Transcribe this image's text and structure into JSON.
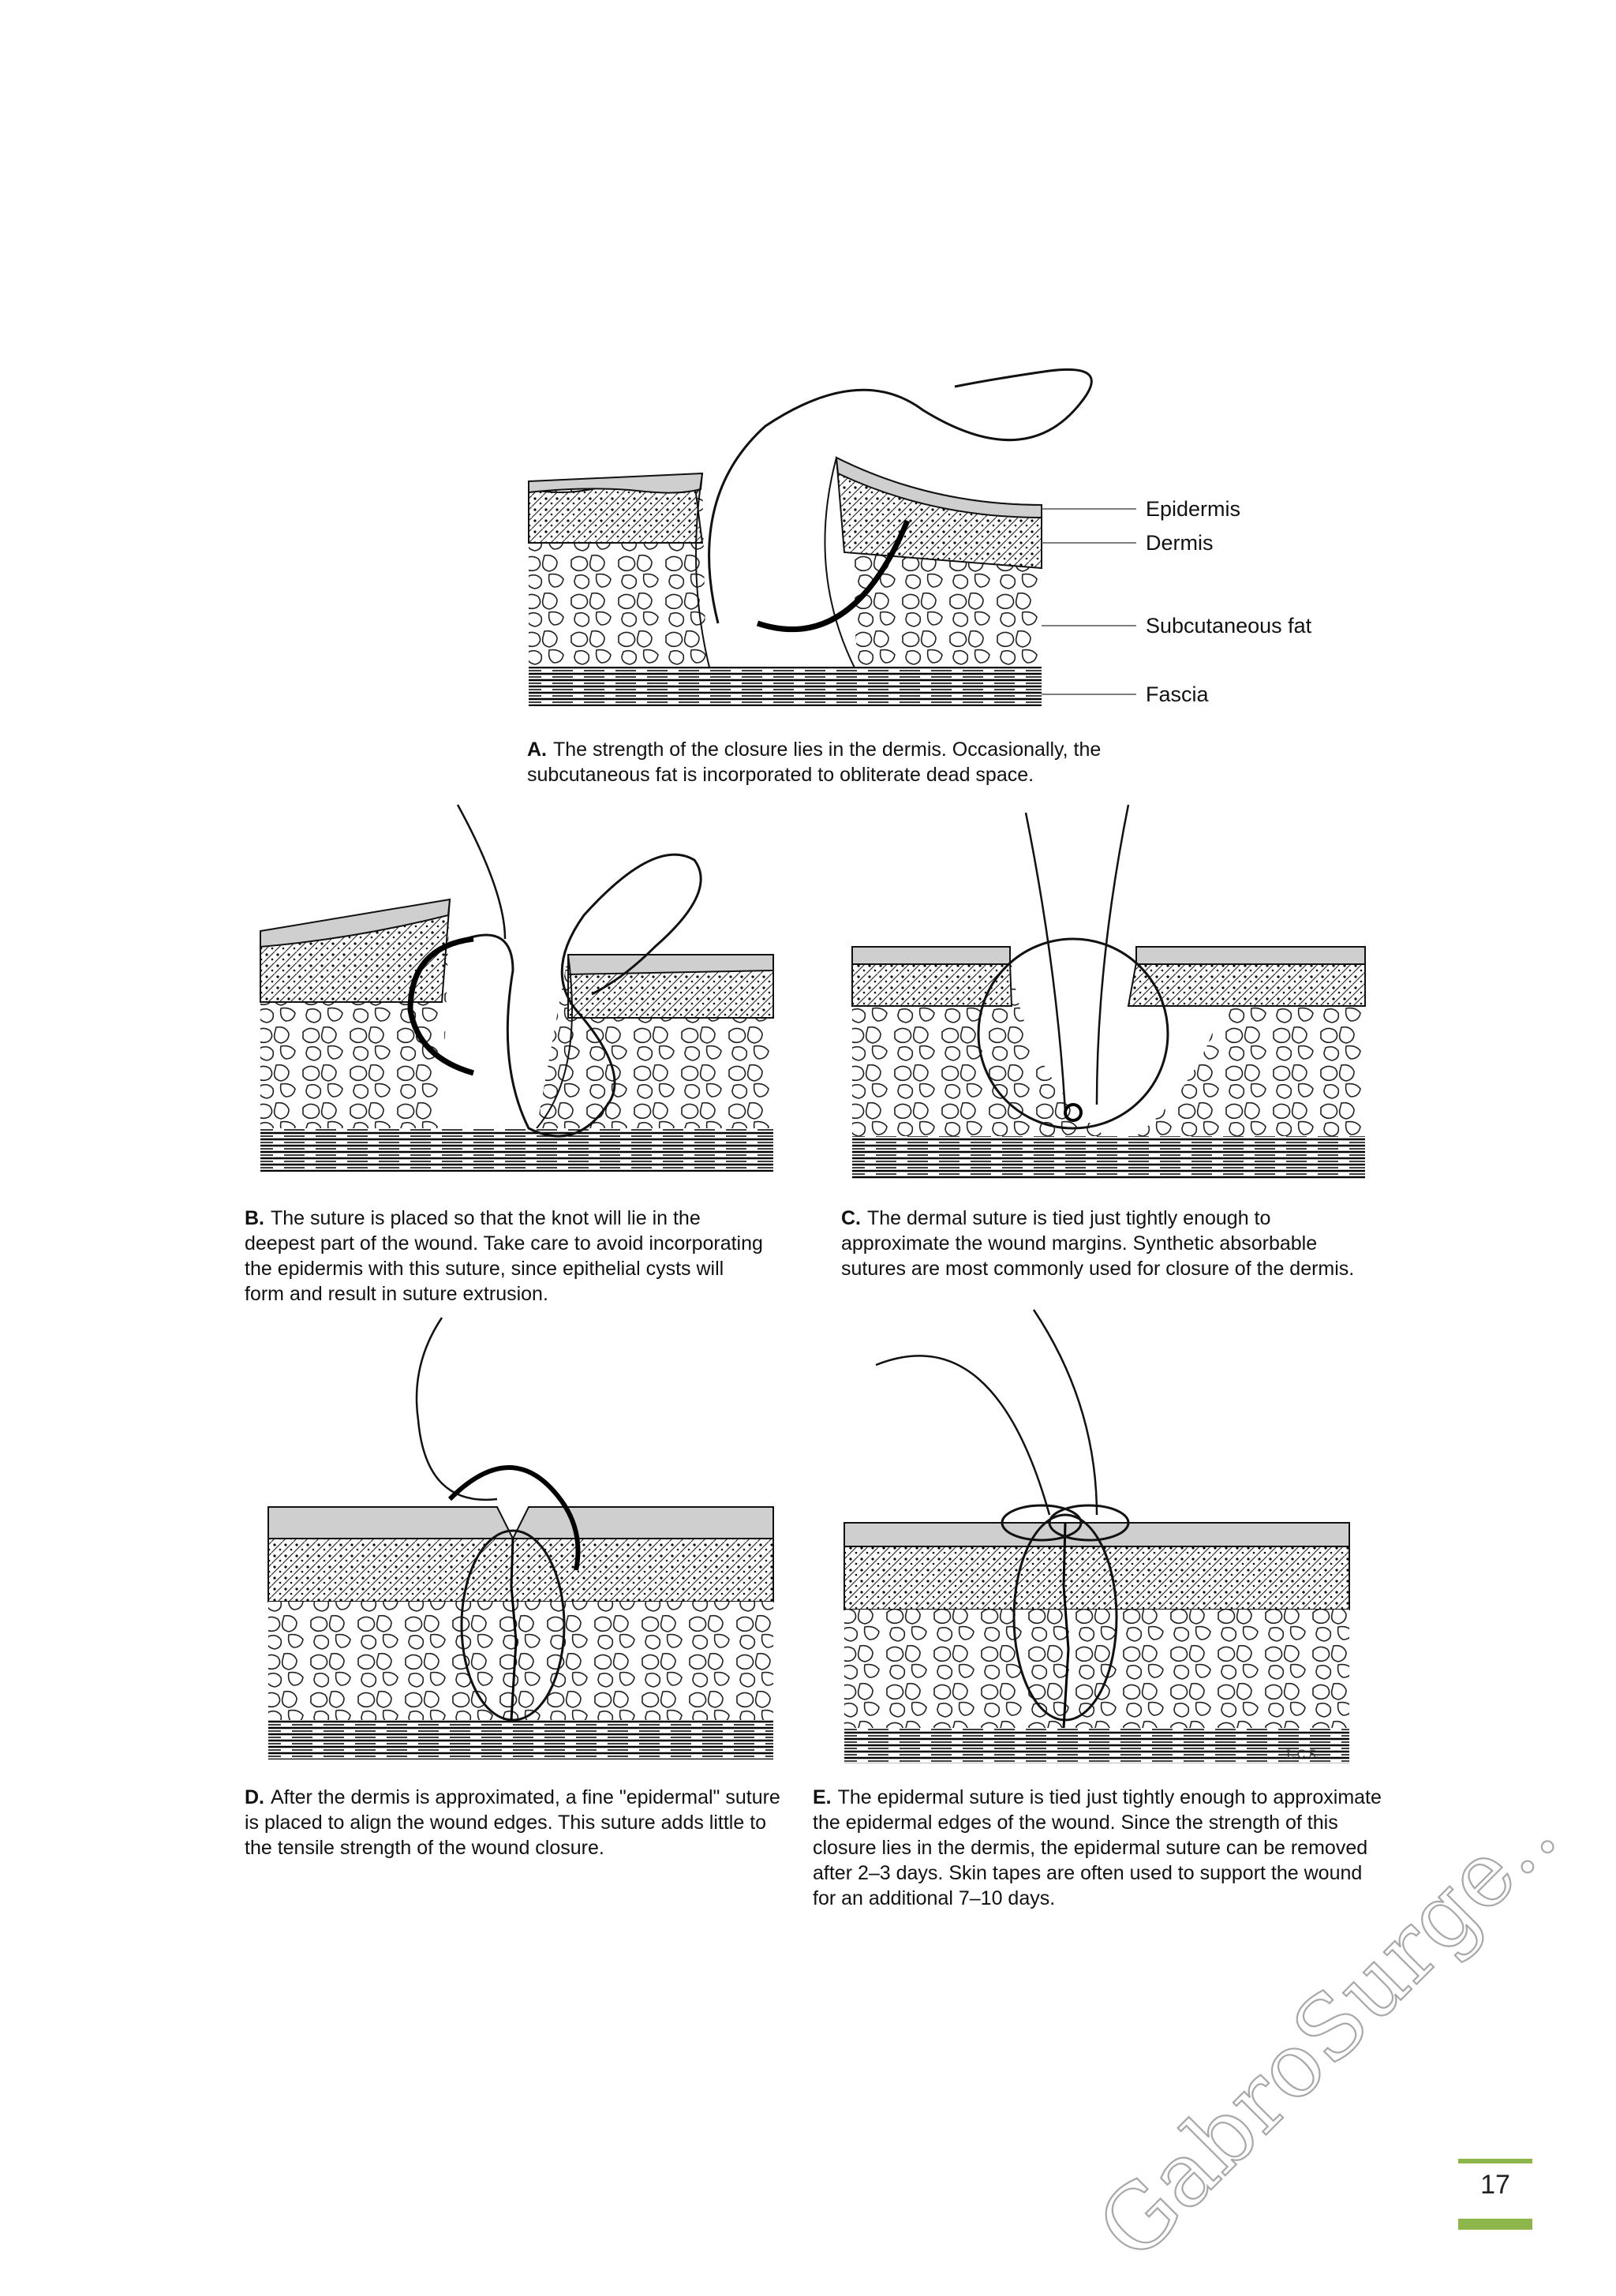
{
  "labels": {
    "epidermis": "Epidermis",
    "dermis": "Dermis",
    "subcutaneous_fat": "Subcutaneous fat",
    "fascia": "Fascia"
  },
  "captions": {
    "a": {
      "letter": "A.",
      "text": "The strength of the closure lies in the dermis. Occasionally, the subcutaneous fat is incorporated to obliterate dead space."
    },
    "b": {
      "letter": "B.",
      "text": "The suture is placed so that the knot will lie in the deepest part of the wound. Take care to avoid incorporating the epidermis with this suture, since epithelial cysts will form and result in suture extrusion."
    },
    "c": {
      "letter": "C.",
      "text": "The dermal suture is tied just tightly enough to approximate the wound margins. Synthetic absorbable sutures are most commonly used for closure of the dermis."
    },
    "d": {
      "letter": "D.",
      "text": "After the dermis is approximated, a fine \"epidermal\" suture is placed to align the wound edges. This suture adds little to the tensile strength of the wound closure."
    },
    "e": {
      "letter": "E.",
      "text": "The epidermal suture is tied just tightly enough to approximate the epidermal edges of the wound. Since the strength of this closure lies in the dermis, the epidermal suture can be removed after 2–3 days. Skin tapes are often used to support the wound for an additional 7–10 days."
    }
  },
  "page_number": "17",
  "watermark": "GabroSurge..",
  "artist_initials": "L.C.S.",
  "colors": {
    "accent_green": "#8db64b",
    "watermark_gray": "#a8a8a8",
    "epidermis_gray": "#cfcfcf"
  }
}
